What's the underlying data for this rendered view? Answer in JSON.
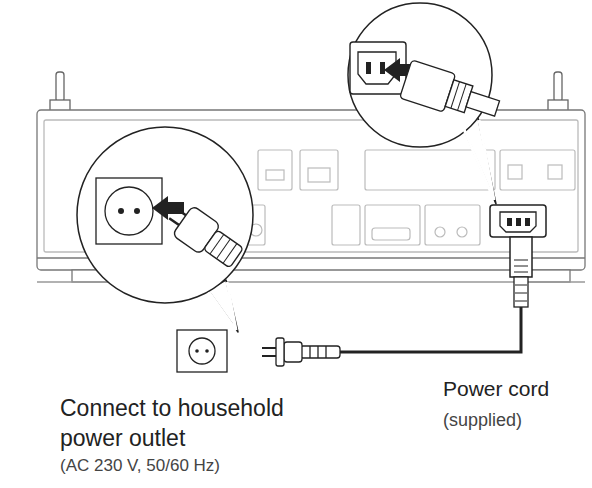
{
  "diagram": {
    "labels": [
      "Connect to household power outlet",
      "(AC 230 V, 50/60 Hz)",
      "Power cord",
      "(supplied)"
    ]
  }
}
